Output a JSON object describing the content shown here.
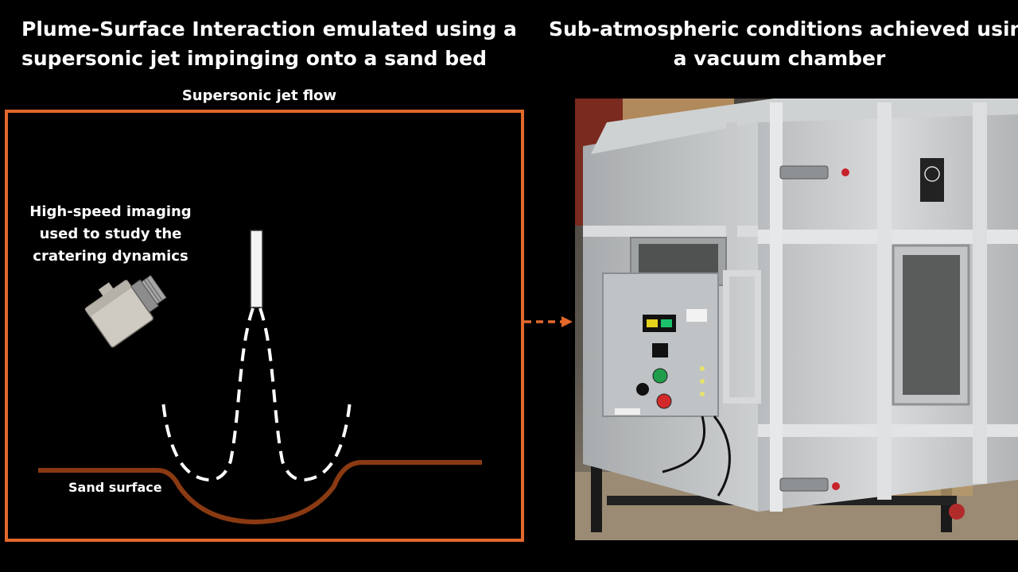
{
  "titles": {
    "left_line1": "Plume-Surface Interaction emulated using a",
    "left_line2": "supersonic jet impinging onto a sand bed",
    "right_line1": "Sub-atmospheric conditions achieved using",
    "right_line2": "a vacuum chamber"
  },
  "diagram": {
    "jet_label": "Supersonic jet flow",
    "imaging_label": "High-speed imaging used to study the cratering dynamics",
    "sand_label": "Sand surface",
    "colors": {
      "frame": "#e3682c",
      "sand": "#8a3a12",
      "jet_lines": "#ffffff",
      "camera_body": "#cfcac2",
      "camera_lens": "#9b9b9b"
    },
    "icons": [
      "camera-icon",
      "nozzle-icon"
    ]
  },
  "photo": {
    "subject": "vacuum-chamber-photo",
    "colors": {
      "chamber": "#c9cbcc",
      "control_box": "#bfc3c6",
      "frame": "#1a1a1a"
    }
  }
}
